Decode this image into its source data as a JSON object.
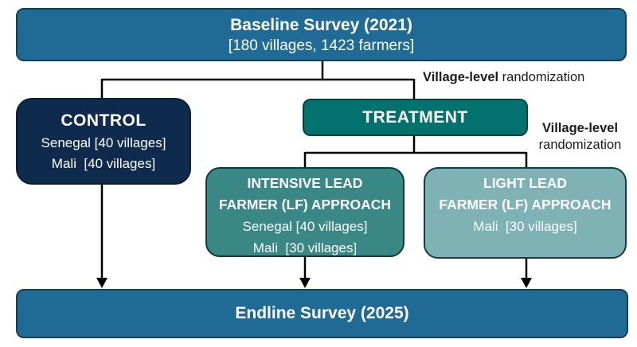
{
  "diagram": {
    "type": "study-design-flowchart",
    "colors": {
      "survey_blue": "#1F6B95",
      "control_navy": "#0E2A4C",
      "treatment_teal": "#03726E",
      "intensive_teal": "#398886",
      "light_teal": "#7FB2B4",
      "connector_black": "#000000",
      "label_text": "#1C1C1C",
      "box_text": "#FFFFFF"
    }
  },
  "baseline": {
    "title": "Baseline Survey (2021)",
    "subtitle": "[180 villages, 1423 farmers]"
  },
  "control": {
    "title": "CONTROL",
    "lines": [
      "Senegal [40 villages]",
      "Mali  [40 villages]"
    ]
  },
  "treatment": {
    "title": "TREATMENT"
  },
  "intensive": {
    "title_line1": "INTENSIVE LEAD",
    "title_line2": "FARMER (LF) APPROACH",
    "lines": [
      "Senegal [40 villages]",
      "Mali  [30 villages]"
    ]
  },
  "light": {
    "title_line1": "LIGHT LEAD",
    "title_line2": "FARMER (LF) APPROACH",
    "lines": [
      "Mali  [30 villages]"
    ]
  },
  "endline": {
    "title": "Endline Survey (2025)"
  },
  "labels": {
    "randomization1_bold": "Village-level",
    "randomization1_rest": " randomization",
    "randomization2_bold": "Village-level",
    "randomization2_rest": "randomization"
  }
}
